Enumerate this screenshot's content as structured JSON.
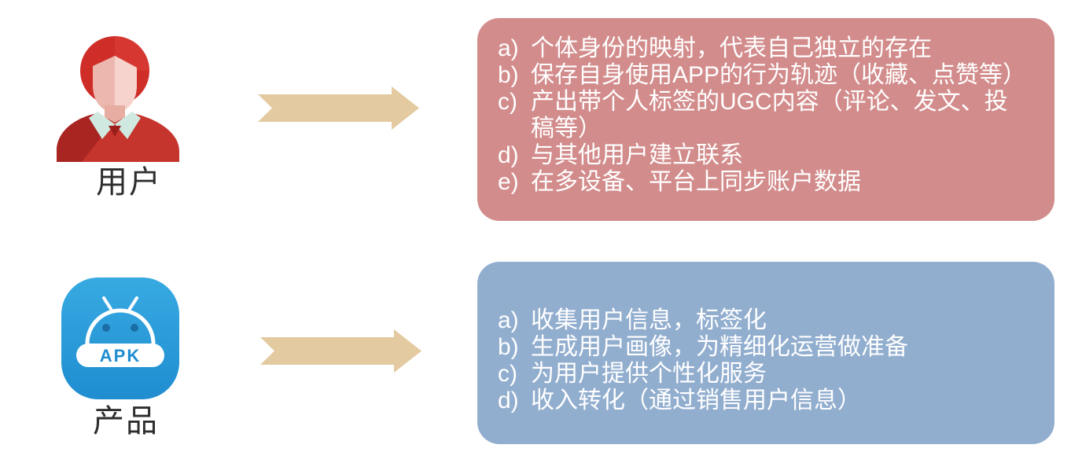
{
  "colors": {
    "user_panel": "#d38c8c",
    "product_panel": "#92aecf",
    "arrow": "#e3caa0",
    "panel_text": "#ffffff",
    "label_text": "#2e2e2e",
    "apk_icon_blue": "#2397d9",
    "avatar_red": "#cf2d28"
  },
  "user_row": {
    "icon": "user-avatar-icon",
    "label": "用户",
    "points": [
      {
        "marker": "a)",
        "text": "个体身份的映射，代表自己独立的存在"
      },
      {
        "marker": "b)",
        "text": "保存自身使用APP的行为轨迹（收藏、点赞等）"
      },
      {
        "marker": "c)",
        "text": "产出带个人标签的UGC内容（评论、发文、投稿等）"
      },
      {
        "marker": "d)",
        "text": "与其他用户建立联系"
      },
      {
        "marker": "e)",
        "text": "在多设备、平台上同步账户数据"
      }
    ]
  },
  "product_row": {
    "icon": "apk-android-icon",
    "apk_badge": "APK",
    "label": "产品",
    "points": [
      {
        "marker": "a)",
        "text": "收集用户信息，标签化"
      },
      {
        "marker": "b)",
        "text": "生成用户画像，为精细化运营做准备"
      },
      {
        "marker": "c)",
        "text": "为用户提供个性化服务"
      },
      {
        "marker": "d)",
        "text": "收入转化（通过销售用户信息）"
      }
    ]
  }
}
